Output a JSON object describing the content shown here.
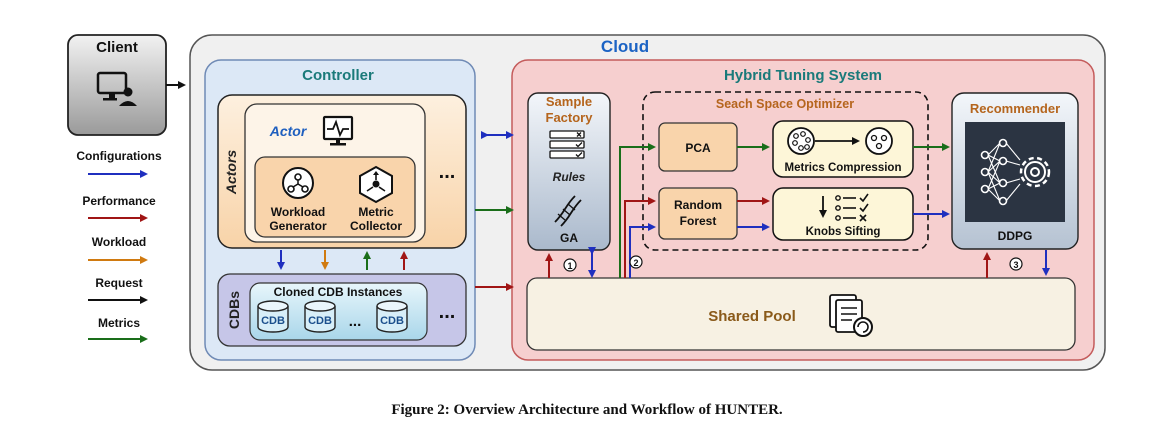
{
  "client": {
    "label": "Client"
  },
  "cloud": {
    "label": "Cloud"
  },
  "legend": [
    {
      "label": "Configurations",
      "color": "#1f2fbf"
    },
    {
      "label": "Performance",
      "color": "#a01515"
    },
    {
      "label": "Workload",
      "color": "#d07a10"
    },
    {
      "label": "Request",
      "color": "#111111"
    },
    {
      "label": "Metrics",
      "color": "#1a6e1a"
    }
  ],
  "controller": {
    "label": "Controller",
    "actors_label": "Actors",
    "actor_label": "Actor",
    "workload_generator": "Workload Generator",
    "workload_generator_l1": "Workload",
    "workload_generator_l2": "Generator",
    "metric_collector": "Metric Collector",
    "metric_collector_l1": "Metric",
    "metric_collector_l2": "Collector",
    "ellipsis": "...",
    "cdbs_label": "CDBs",
    "cloned_label": "Cloned CDB Instances",
    "cdb_label": "CDB",
    "cdb_ellipsis": "...",
    "cdbs_ellipsis": "..."
  },
  "hts": {
    "label": "Hybrid Tuning System",
    "sample_factory_l1": "Sample",
    "sample_factory_l2": "Factory",
    "rules_label": "Rules",
    "ga_label": "GA",
    "sso_label": "Seach Space Optimizer",
    "pca_label": "PCA",
    "rf_l1": "Random",
    "rf_l2": "Forest",
    "metrics_compression": "Metrics Compression",
    "knobs_sifting": "Knobs Sifting",
    "recommender_label": "Recommender",
    "ddpg_label": "DDPG",
    "shared_pool_label": "Shared Pool",
    "step1": "1",
    "step2": "2",
    "step3": "3"
  },
  "caption": "Figure 2: Overview Architecture and Workflow of HUNTER."
}
